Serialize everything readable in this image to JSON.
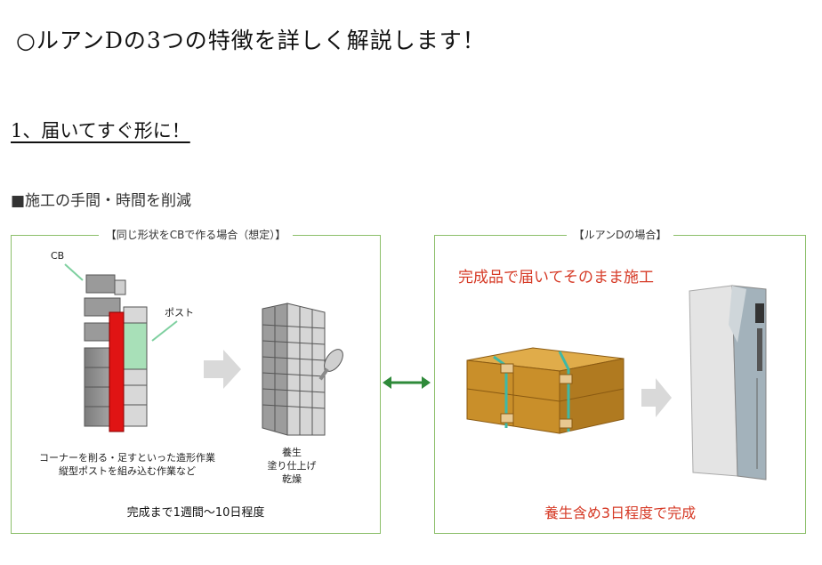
{
  "headings": {
    "main": "○ルアンDの3つの特徴を詳しく解説します！",
    "section": "1、届いてすぐ形に！",
    "subsection": "■施工の手間・時間を削減"
  },
  "left_panel": {
    "title": "【同じ形状をCBで作る場合（想定）】",
    "label_cb": "CB",
    "label_post": "ポスト",
    "caption_line1": "コーナーを削る・足すといった造形作業",
    "caption_line2": "縦型ポストを組み込む作業など",
    "step_line1": "養生",
    "step_line2": "塗り仕上げ",
    "step_line3": "乾燥",
    "duration": "完成まで1週間〜10日程度"
  },
  "right_panel": {
    "title": "【ルアンDの場合】",
    "headline": "完成品で届いてそのまま施工",
    "duration": "養生含め3日程度で完成"
  },
  "colors": {
    "panel_border": "#8cbf6a",
    "accent_red": "#d63a26",
    "arrow_green": "#2f8a3a",
    "crate": "#c98f2a",
    "strap": "#3fb8a6"
  }
}
